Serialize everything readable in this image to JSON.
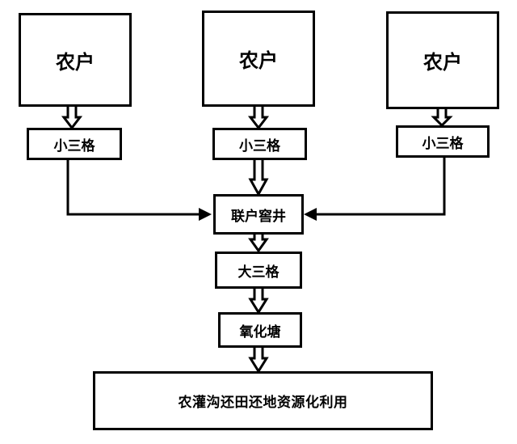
{
  "nodes": {
    "farmer_left": "农户",
    "farmer_center": "农户",
    "farmer_right": "农户",
    "small_septic_left": "小三格",
    "small_septic_center": "小三格",
    "small_septic_right": "小三格",
    "joint_cellar_well": "联户窖井",
    "large_septic": "大三格",
    "oxidation_pond": "氧化塘",
    "final_use": "农灌沟还田还地资源化利用"
  }
}
